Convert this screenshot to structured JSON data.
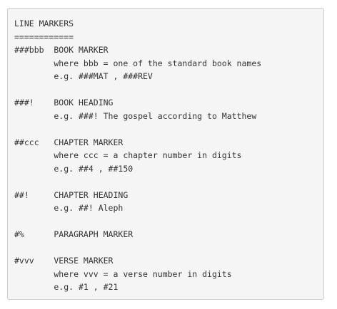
{
  "code_block": {
    "lines": [
      "LINE MARKERS",
      "============",
      "###bbb  BOOK MARKER",
      "        where bbb = one of the standard book names",
      "        e.g. ###MAT , ###REV",
      "",
      "###!    BOOK HEADING",
      "        e.g. ###! The gospel according to Matthew",
      "",
      "##ccc   CHAPTER MARKER",
      "        where ccc = a chapter number in digits",
      "        e.g. ##4 , ##150",
      "",
      "##!     CHAPTER HEADING",
      "        e.g. ##! Aleph",
      "",
      "#%      PARAGRAPH MARKER",
      "",
      "#vvv    VERSE MARKER",
      "        where vvv = a verse number in digits",
      "        e.g. #1 , #21"
    ]
  }
}
